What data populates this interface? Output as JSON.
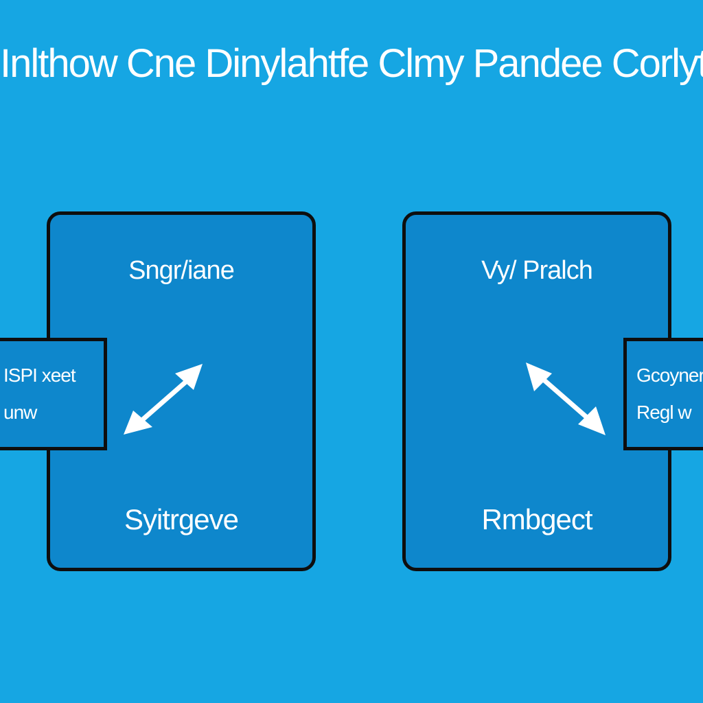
{
  "title": "Inlthow Cne Dinylahtfe Clmy Pandee Corlyt",
  "left_panel": {
    "heading": "Sngr/iane",
    "footer": "Syitrgeve",
    "tab": {
      "line1": "ISPI xeet",
      "line2": "unw"
    }
  },
  "right_panel": {
    "heading": "Vy/ Pralch",
    "footer": "Rmbgect",
    "tab": {
      "line1": "Gcoyner",
      "line2": "Regl w"
    }
  },
  "colors": {
    "background": "#16a6e3",
    "panel_fill": "#0e87cc",
    "border": "#0e0e0e",
    "text": "#ffffff"
  },
  "icons": {
    "left_arrow": "double-arrow-diagonal-up-right",
    "right_arrow": "double-arrow-diagonal-down-right"
  }
}
